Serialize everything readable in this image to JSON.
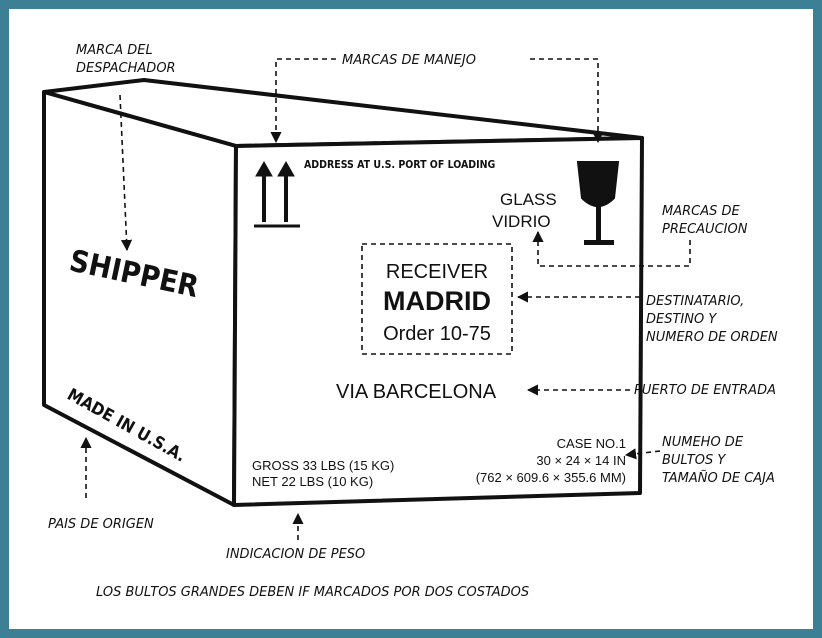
{
  "colors": {
    "frame": "#3d7f95",
    "ink": "#111111",
    "paper": "#ffffff"
  },
  "labels": {
    "shipper_mark": [
      "MARCA DEL",
      "DESPACHADOR"
    ],
    "handling_marks": "MARCAS DE MANEJO",
    "caution_marks": [
      "MARCAS DE",
      "PRECAUCION"
    ],
    "consignee": [
      "DESTINATARIO,",
      "DESTINO Y",
      "NUMERO DE ORDEN"
    ],
    "port_of_entry": "PUERTO DE ENTRADA",
    "package_number": [
      "NUMEHO DE",
      "BULTOS Y",
      "TAMAÑO DE CAJA"
    ],
    "country_of_origin": "PAIS DE ORIGEN",
    "weight_indication": "INDICACION DE PESO",
    "footer_note": "LOS BULTOS GRANDES DEBEN IF MARCADOS POR DOS COSTADOS"
  },
  "box": {
    "shipper": "SHIPPER",
    "made_in": "MADE IN U.S.A.",
    "address": "ADDRESS AT U.S. PORT OF LOADING",
    "glass": "GLASS",
    "vidrio": "VIDRIO",
    "receiver": "RECEIVER",
    "city": "MADRID",
    "order": "Order 10-75",
    "via": "VIA BARCELONA",
    "gross": "GROSS 33 LBS (15 KG)",
    "net": "NET      22 LBS (10 KG)",
    "case_no": "CASE NO.1",
    "dims_in": "30 × 24 × 14 IN",
    "dims_mm": "(762 × 609.6 × 355.6 MM)"
  },
  "icons": [
    "this-way-up-arrows-icon",
    "fragile-glass-icon"
  ]
}
